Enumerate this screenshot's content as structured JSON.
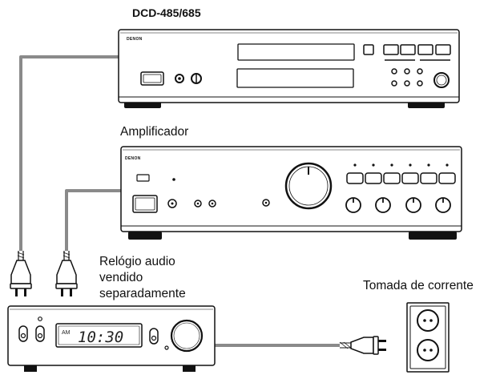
{
  "labels": {
    "cd_player_model": "DCD-485/685",
    "amplifier": "Amplificador",
    "clock_line1": "Relógio audio",
    "clock_line2": "vendido",
    "clock_line3": "separadamente",
    "outlet": "Tomada de corrente"
  },
  "brand": {
    "cd_player": "DENON",
    "amplifier": "DENON"
  },
  "clock_display": {
    "indicator": "AM",
    "time": "10:30"
  },
  "icons": [
    "power-plug-icon",
    "wall-outlet-icon",
    "volume-knob-icon"
  ]
}
